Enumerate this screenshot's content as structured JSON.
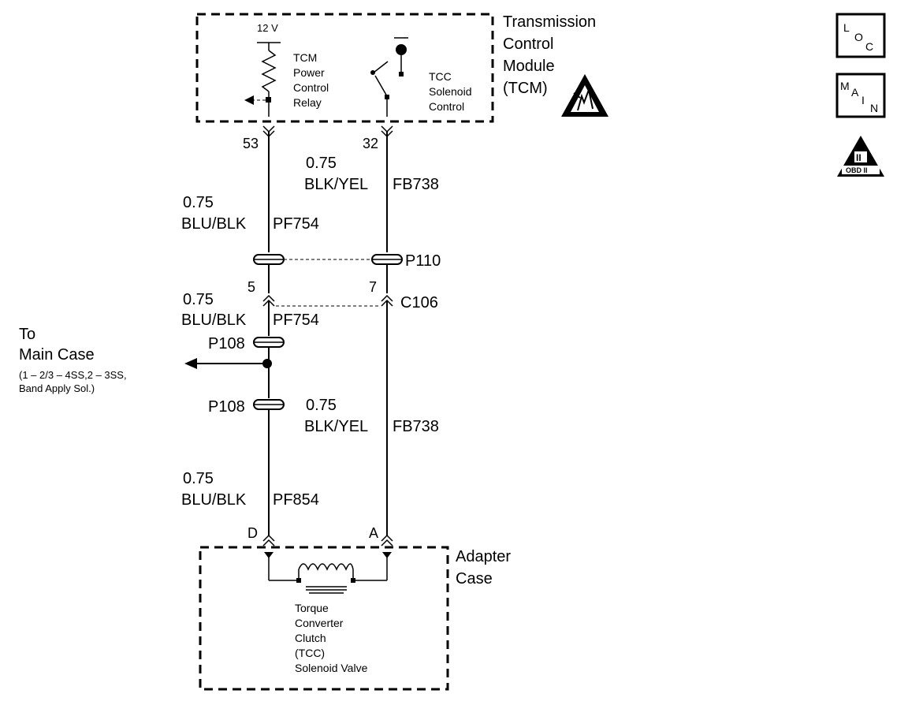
{
  "tcm_box": {
    "title_lines": [
      "Transmission",
      "Control",
      "Module",
      "(TCM)"
    ],
    "voltage_label": "12 V",
    "relay_label_lines": [
      "TCM",
      "Power",
      "Control",
      "Relay"
    ],
    "solenoid_ctrl_label_lines": [
      "TCC",
      "Solenoid",
      "Control"
    ]
  },
  "pins": {
    "pin_53": "53",
    "pin_32": "32",
    "pin_5": "5",
    "pin_7": "7",
    "pin_d": "D",
    "pin_a": "A"
  },
  "wires": {
    "w1_gauge": "0.75",
    "w1_color": "BLU/BLK",
    "w1_circuit": "PF754",
    "w2_gauge": "0.75",
    "w2_color": "BLK/YEL",
    "w2_circuit": "FB738",
    "w3_gauge": "0.75",
    "w3_color": "BLU/BLK",
    "w3_circuit": "PF754",
    "w4_gauge": "0.75",
    "w4_color": "BLK/YEL",
    "w4_circuit": "FB738",
    "w5_gauge": "0.75",
    "w5_color": "BLU/BLK",
    "w5_circuit": "PF854"
  },
  "connectors": {
    "p110": "P110",
    "c106": "C106",
    "p108_upper": "P108",
    "p108_lower": "P108"
  },
  "splice_ref": {
    "to_label": "To",
    "dest_label": "Main Case",
    "detail_line_1": "(1 – 2/3 – 4SS,2 – 3SS,",
    "detail_line_2": "Band Apply Sol.)"
  },
  "adapter_box": {
    "title_lines": [
      "Adapter",
      "Case"
    ],
    "component_label_lines": [
      "Torque",
      "Converter",
      "Clutch",
      "(TCC)",
      "Solenoid Valve"
    ]
  },
  "side_icons": {
    "loc_letters": [
      "L",
      "O",
      "C"
    ],
    "main_letters": [
      "M",
      "A",
      "I",
      "N"
    ],
    "obd_roman": "II",
    "obd_label": "OBD II"
  }
}
